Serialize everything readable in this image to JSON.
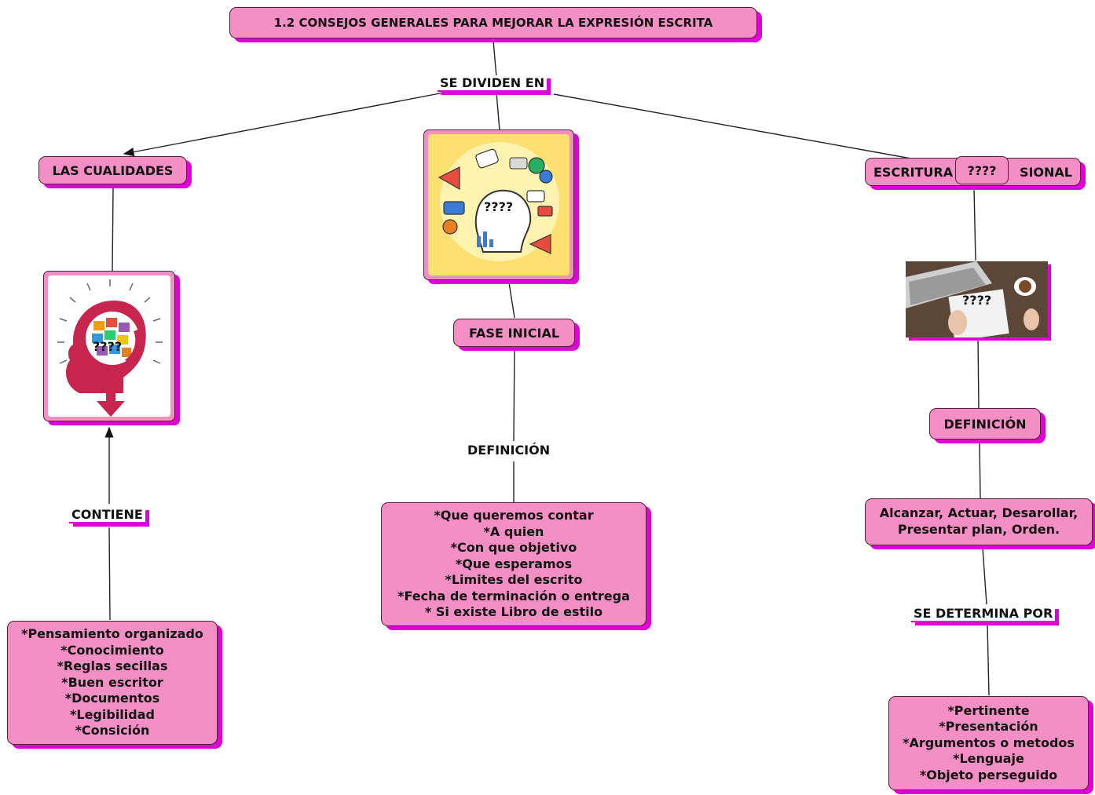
{
  "title": "1.2 CONSEJOS GENERALES PARA MEJORAR LA EXPRESIÓN ESCRITA",
  "links": {
    "divide": "SE DIVIDEN EN",
    "contiene": "CONTIENE",
    "definicion_mid": "DEFINICIÓN",
    "determina": "SE DETERMINA POR"
  },
  "nodes": {
    "cualidades": "LAS CUALIDADES",
    "fase_inicial": "FASE INICIAL",
    "escritura_left": "ESCRITURA",
    "escritura_right": "SIONAL",
    "definicion_right": "DEFINICIÓN"
  },
  "placeholders": {
    "cualidades_img": "????",
    "center_img": "????",
    "escritura_overlay": "????",
    "laptop_img": "????"
  },
  "lists": {
    "cualidades": [
      "*Pensamiento organizado",
      "*Conocimiento",
      "*Reglas secillas",
      "*Buen escritor",
      "*Documentos",
      "*Legibilidad",
      "*Consición"
    ],
    "fase_inicial": [
      "*Que queremos contar",
      "*A quien",
      "*Con que objetivo",
      "*Que esperamos",
      "*Limites del escrito",
      "*Fecha de terminación o entrega",
      "* Si existe Libro de estilo"
    ],
    "definicion_right": [
      "Alcanzar, Actuar, Desarollar,",
      "Presentar plan, Orden."
    ],
    "determina": [
      "*Pertinente",
      "*Presentación",
      "*Argumentos o metodos",
      "*Lenguaje",
      "*Objeto perseguido"
    ]
  },
  "colors": {
    "node_fill": "#f48fc6",
    "node_shadow": "#e000d8",
    "border": "#5a1a3a",
    "line": "#222222"
  }
}
